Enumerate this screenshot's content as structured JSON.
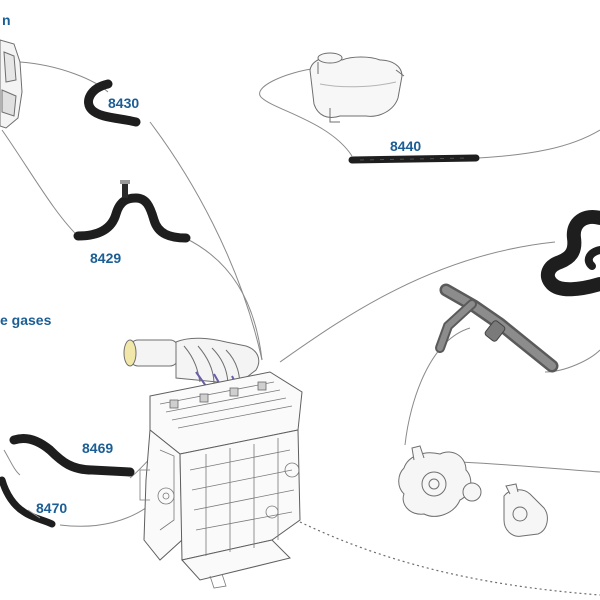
{
  "colors": {
    "label": "#1b5e95",
    "hose": "#1e1e1e",
    "line": "#8a8a8a",
    "part_outline": "#6f6f6f"
  },
  "captions": {
    "top_left_fragment": "n",
    "mid_left_fragment": "e gases"
  },
  "parts": [
    {
      "id": "8430",
      "label": "8430"
    },
    {
      "id": "8440",
      "label": "8440"
    },
    {
      "id": "8429",
      "label": "8429"
    },
    {
      "id": "8469",
      "label": "8469"
    },
    {
      "id": "8470",
      "label": "8470"
    }
  ]
}
